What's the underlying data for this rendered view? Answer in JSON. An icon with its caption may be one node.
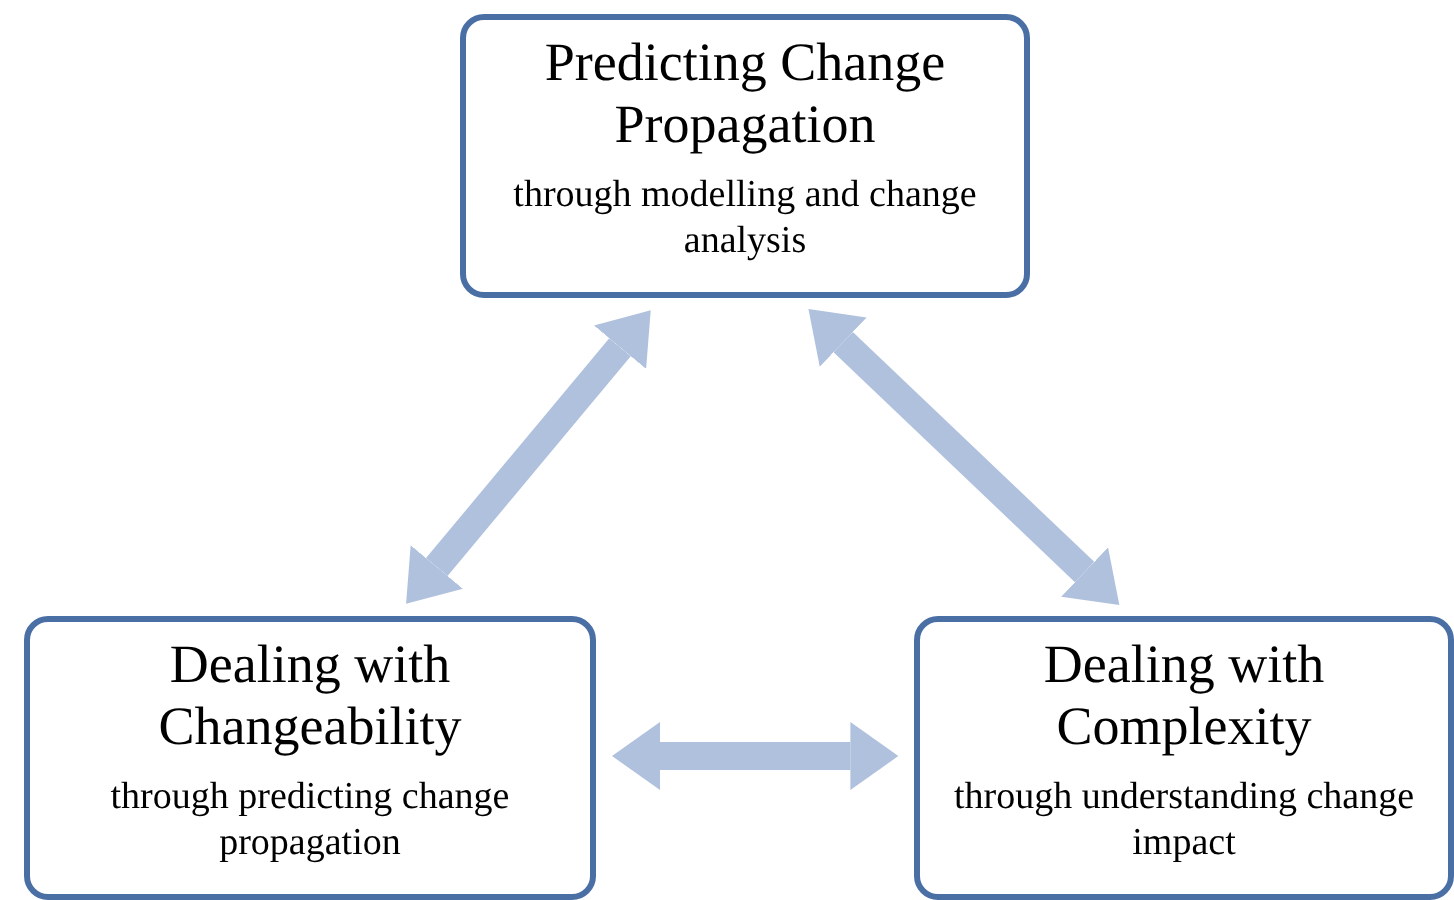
{
  "diagram": {
    "nodes": [
      {
        "text": [
          "Predicting Change Propagation",
          "through modelling and change analysis"
        ]
      },
      {
        "text": [
          "Dealing with Changeability",
          "through predicting change propagation"
        ]
      },
      {
        "text": [
          "Dealing with Complexity",
          "through understanding change impact"
        ]
      }
    ],
    "edges": [
      {
        "from": 0,
        "to": 1,
        "arrow": "both"
      },
      {
        "from": 0,
        "to": 2,
        "arrow": "both"
      },
      {
        "from": 1,
        "to": 2,
        "arrow": "both"
      }
    ]
  }
}
